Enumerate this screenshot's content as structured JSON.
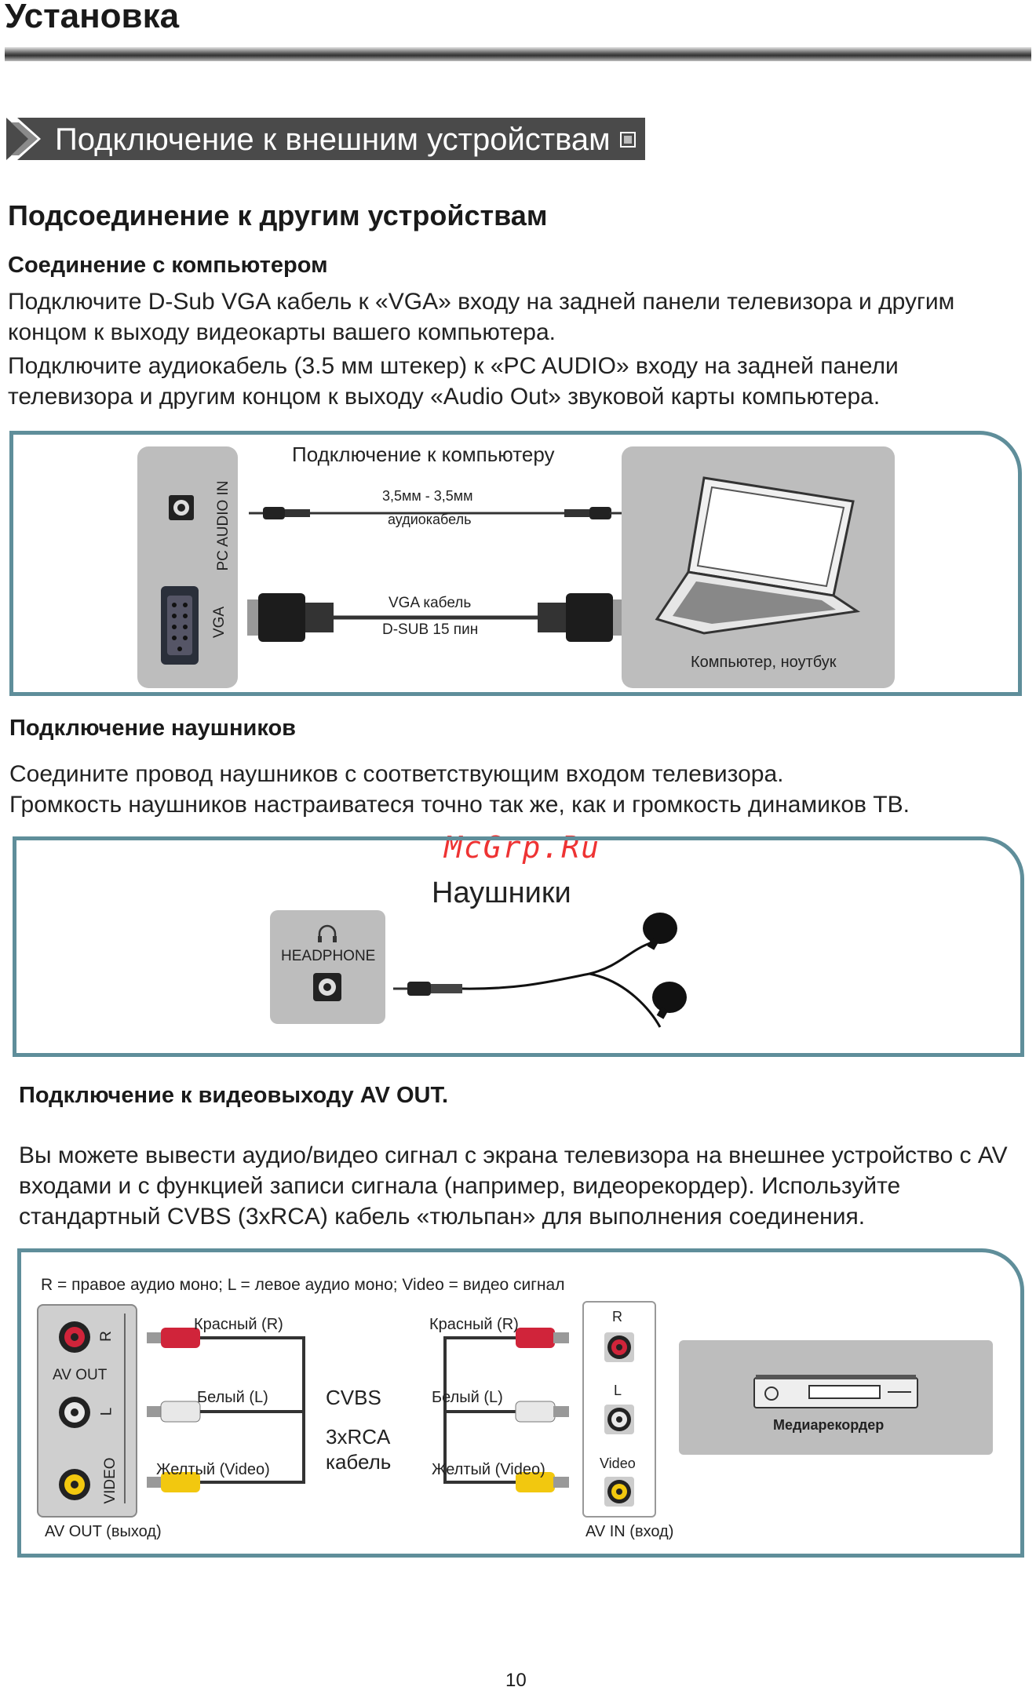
{
  "page": {
    "title": "Установка",
    "banner": "Подключение к внешним устройствам",
    "section_heading": "Подсоединение к другим устройствам",
    "page_number": "10",
    "watermark": "McGrp.Ru"
  },
  "pc": {
    "heading": "Соединение с компьютером",
    "para1": "Подключите D-Sub VGA кабель к «VGA» входу на задней панели телевизора и другим концом к выходу видеокарты вашего компьютера.",
    "para2": "Подключите аудиокабель (3.5 мм штекер) к «PC AUDIO» входу на задней панели телевизора и другим концом к выходу «Audio Out» звуковой карты компьютера.",
    "diagram": {
      "title": "Подключение к компьютеру",
      "port_audio": "PC  AUDIO IN",
      "port_vga": "VGA",
      "audio_cable_1": "3,5мм - 3,5мм",
      "audio_cable_2": "аудиокабель",
      "vga_cable_1": "VGA кабель",
      "vga_cable_2": "D-SUB 15 пин",
      "device": "Компьютер, ноутбук"
    }
  },
  "headphones": {
    "heading": "Подключение наушников",
    "para1": "Соедините провод наушников с соответствующим входом телевизора.",
    "para2": "Громкость наушников настраиватеся точно так же, как и громкость динамиков ТВ.",
    "diagram": {
      "title": "Наушники",
      "port": "HEADPHONE"
    }
  },
  "avout": {
    "heading": "Подключение к видеовыходу AV OUT.",
    "para": "Вы можете вывести аудио/видео сигнал с экрана телевизора на внешнее устройство с AV входами и с функцией записи сигнала (например, видеорекордер). Используйте стандартный CVBS (3xRCA) кабель «тюльпан» для выполнения соединения.",
    "diagram": {
      "legend": "R = правое аудио моно; L = левое аудио моно; Video = видео сигнал",
      "av_out_label": "AV OUT",
      "port_r": "R",
      "port_l": "L",
      "port_video": "VIDEO",
      "out_caption": "AV OUT (выход)",
      "in_caption": "AV IN (вход)",
      "red": "Красный (R)",
      "white": "Белый (L)",
      "yellow": "Желтый (Video)",
      "cvbs": "CVBS",
      "rca_1": "3xRCA",
      "rca_2": "кабель",
      "in_r": "R",
      "in_l": "L",
      "in_video": "Video",
      "recorder": "Медиарекордер"
    },
    "colors": {
      "red": "#d0243a",
      "white": "#e8e8e8",
      "yellow": "#f2c80f"
    }
  },
  "colors": {
    "box_border": "#5f8e9a",
    "panel_grey": "#bdbdbd",
    "banner_bg": "#4a4a4a"
  }
}
